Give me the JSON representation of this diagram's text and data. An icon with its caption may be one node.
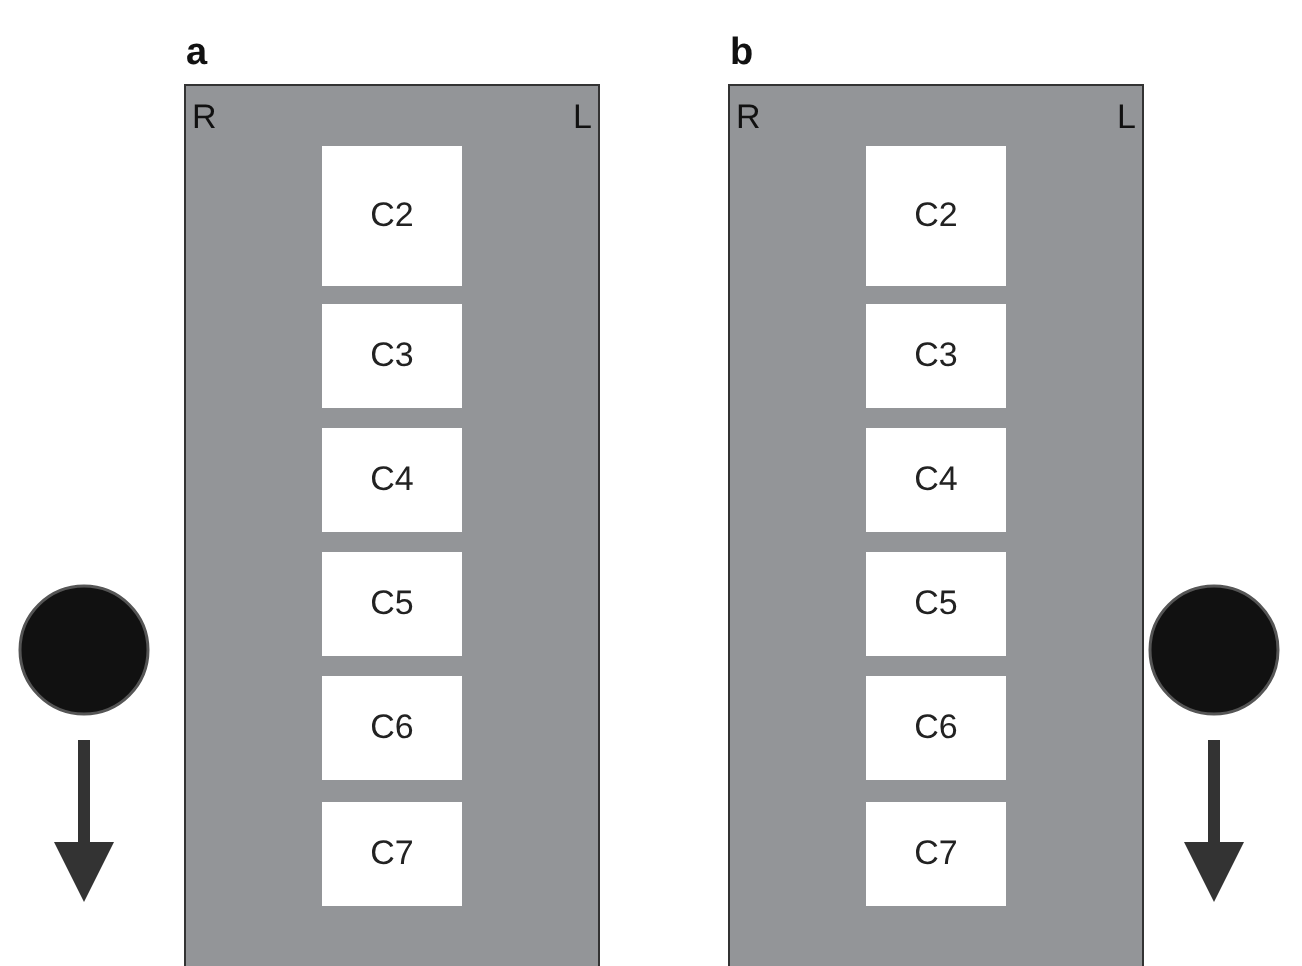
{
  "diagram": {
    "nodes": [
      {
        "text": [
          "a",
          "R",
          "L"
        ]
      },
      {
        "text": [
          "C2"
        ],
        "in": 0
      },
      {
        "text": [
          "C3"
        ],
        "in": 0
      },
      {
        "text": [
          "C4"
        ],
        "in": 0
      },
      {
        "text": [
          "C5"
        ],
        "in": 0
      },
      {
        "text": [
          "C6"
        ],
        "in": 0
      },
      {
        "text": [
          "C7"
        ],
        "in": 0
      },
      {
        "text": [
          "b",
          "R",
          "L"
        ]
      },
      {
        "text": [
          "C2"
        ],
        "in": 7
      },
      {
        "text": [
          "C3"
        ],
        "in": 7
      },
      {
        "text": [
          "C4"
        ],
        "in": 7
      },
      {
        "text": [
          "C5"
        ],
        "in": 7
      },
      {
        "text": [
          "C6"
        ],
        "in": 7
      },
      {
        "text": [
          "C7"
        ],
        "in": 7
      }
    ]
  }
}
